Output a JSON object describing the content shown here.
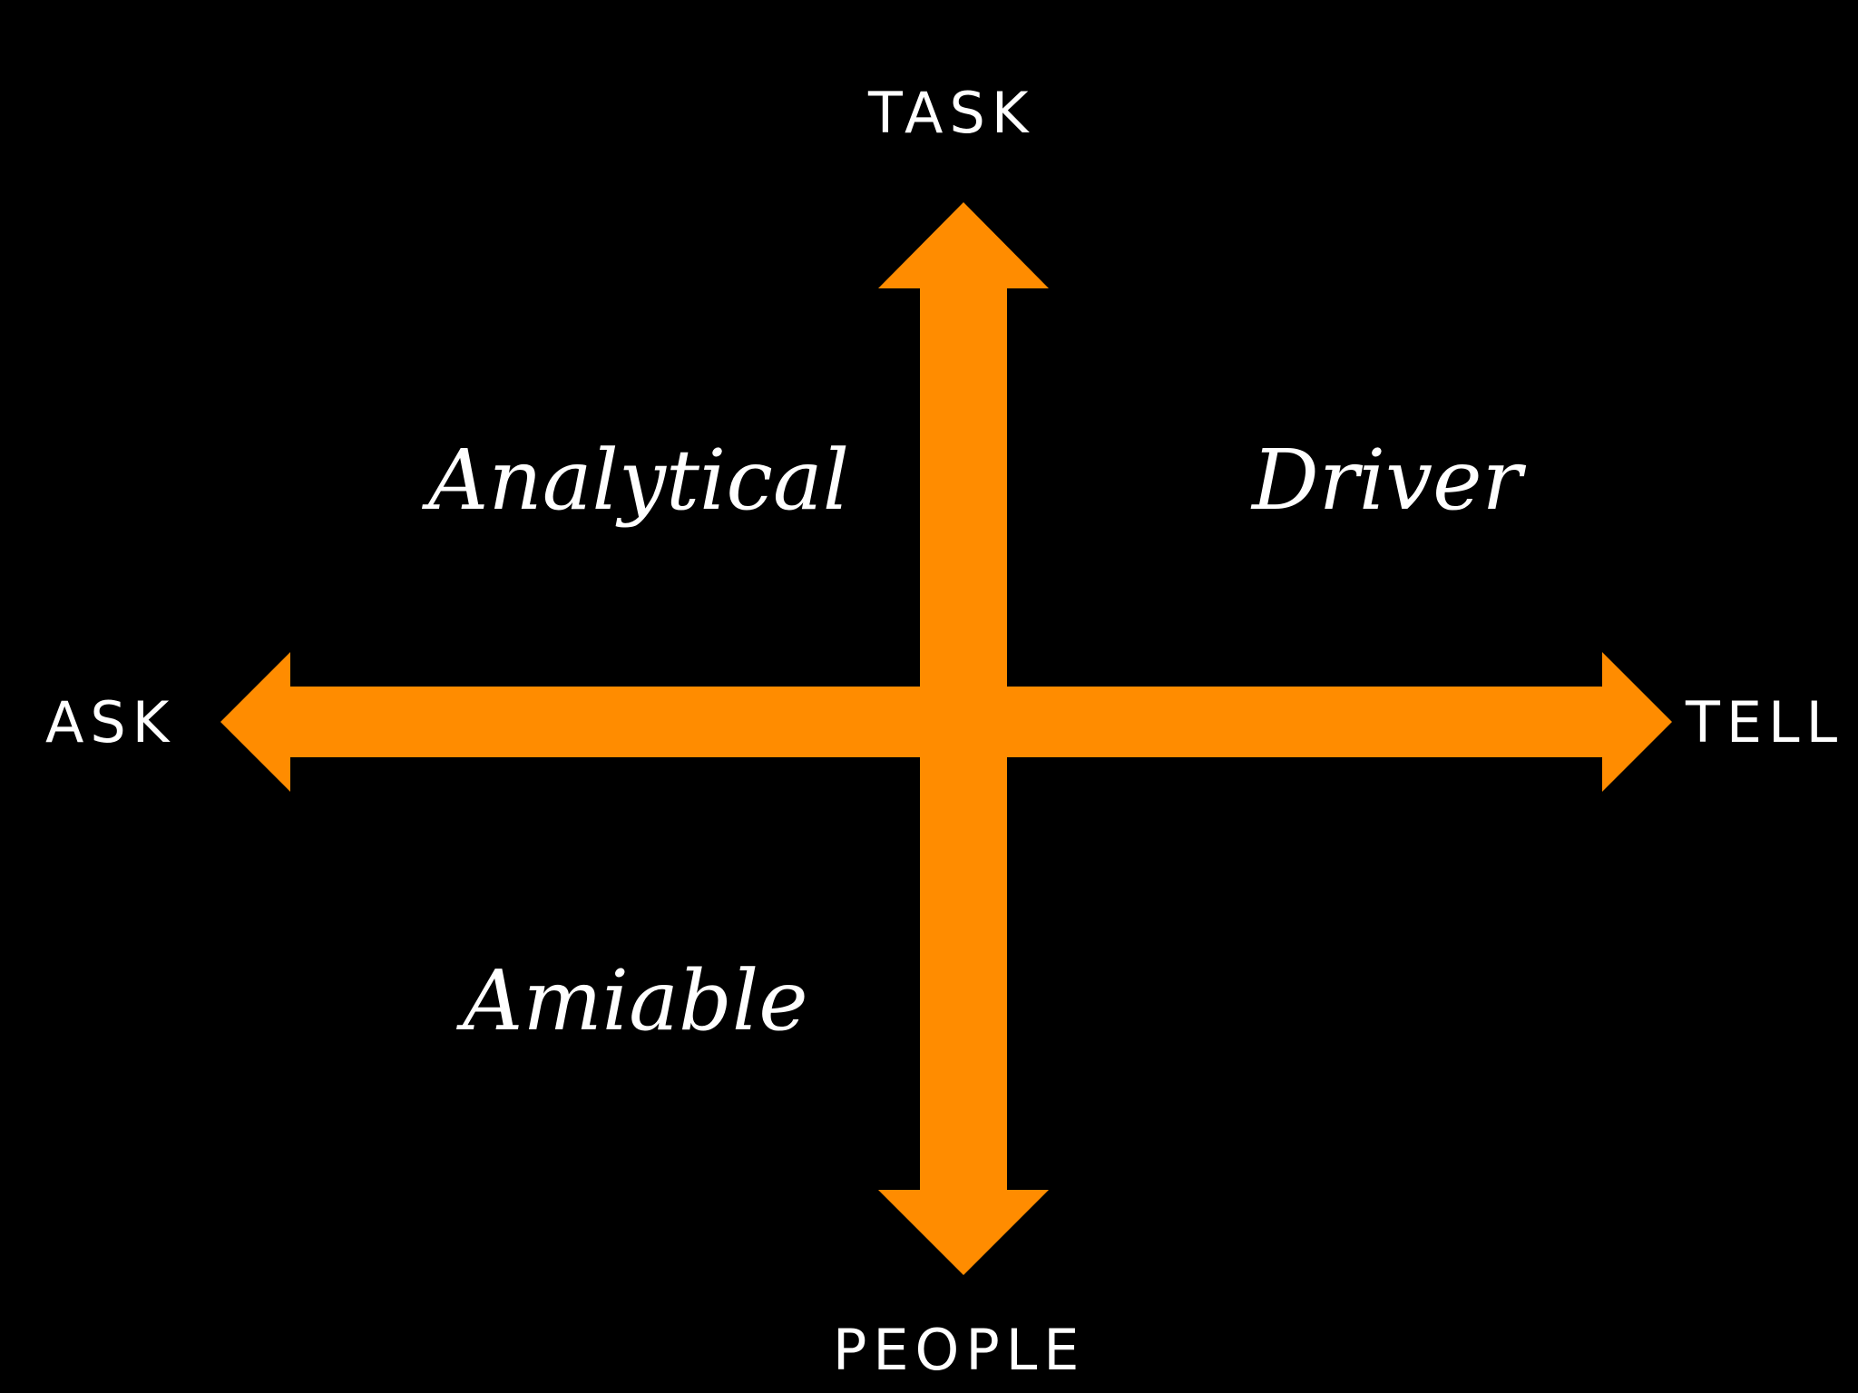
{
  "axes": {
    "top": "TASK",
    "bottom": "PEOPLE",
    "left": "ASK",
    "right": "TELL"
  },
  "quadrants": {
    "top_left": "Analytical",
    "top_right": "Driver",
    "bottom_left": "Amiable",
    "bottom_right": ""
  },
  "colors": {
    "background": "#000000",
    "arrow": "#FF8C00",
    "text": "#FFFFFF"
  }
}
